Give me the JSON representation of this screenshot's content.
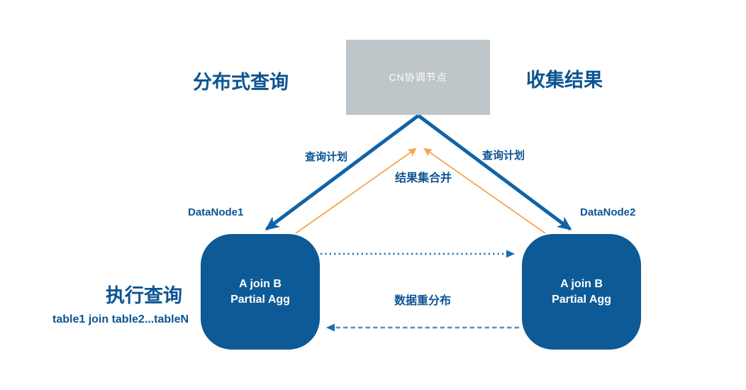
{
  "diagram": {
    "cn_node": {
      "label": "CN协调节点"
    },
    "stage_labels": {
      "distributed_query": "分布式查询",
      "collect_results": "收集结果",
      "execute_query": "执行查询",
      "tables_note": "table1 join table2...tableN"
    },
    "edge_labels": {
      "query_plan_left": "查询计划",
      "query_plan_right": "查询计划",
      "result_merge": "结果集合并",
      "data_redistribution": "数据重分布"
    },
    "datanodes": [
      {
        "name": "DataNode1",
        "work_line1": "A join B",
        "work_line2": "Partial Agg"
      },
      {
        "name": "DataNode2",
        "work_line1": "A join B",
        "work_line2": "Partial Agg"
      }
    ],
    "colors": {
      "node_blue": "#0d5a96",
      "arrow_blue": "#1263a6",
      "label_blue": "#0c5492",
      "dotted_blue": "#1b6cad",
      "dash_blue": "#5b8fbc",
      "orange": "#f5a54e",
      "cn_gray": "#bfc6ca",
      "background": "#ffffff"
    }
  }
}
